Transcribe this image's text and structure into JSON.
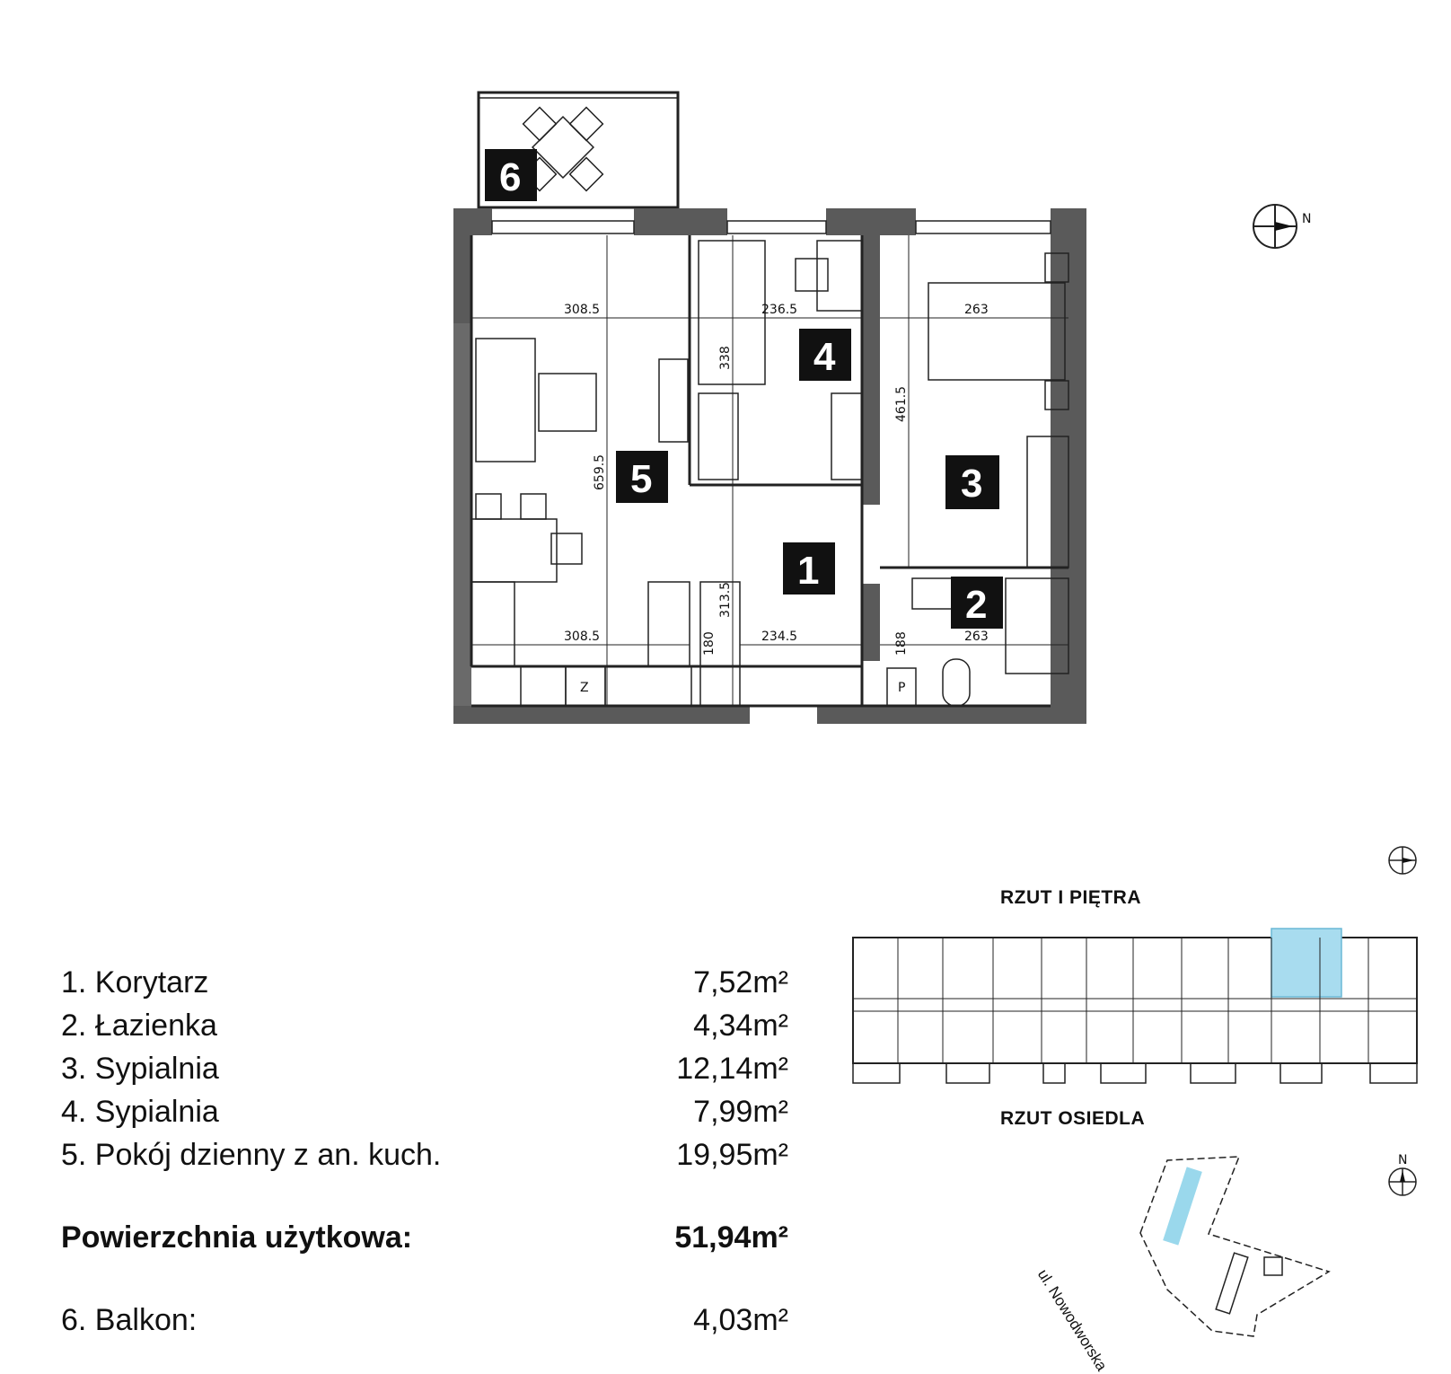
{
  "rooms": [
    {
      "number": "1",
      "name": "1. Korytarz",
      "area": "7,52m²"
    },
    {
      "number": "2",
      "name": "2. Łazienka",
      "area": "4,34m²"
    },
    {
      "number": "3",
      "name": "3. Sypialnia",
      "area": "12,14m²"
    },
    {
      "number": "4",
      "name": "4. Sypialnia",
      "area": "7,99m²"
    },
    {
      "number": "5",
      "name": "5. Pokój dzienny z an. kuch.",
      "area": "19,95m²"
    }
  ],
  "total": {
    "label": "Powierzchnia użytkowa:",
    "area": "51,94m²"
  },
  "balcony": {
    "number": "6",
    "label": "6. Balkon:",
    "area": "4,03m²"
  },
  "dimensions": [
    "308.5",
    "236.5",
    "263",
    "338",
    "461.5",
    "659.5",
    "313.5",
    "308.5",
    "180",
    "234.5",
    "188",
    "263"
  ],
  "fixture_letters": {
    "fridge": "Z",
    "washer": "P"
  },
  "floor_plan_title": "RZUT I PIĘTRA",
  "site_plan_title": "RZUT OSIEDLA",
  "street_name": "ul. Nowodworska",
  "compass": {
    "north_letter": "N"
  },
  "colors": {
    "wall": "#5a5a5a",
    "highlight": "#a8dcef",
    "building": "#9ad8ec"
  }
}
